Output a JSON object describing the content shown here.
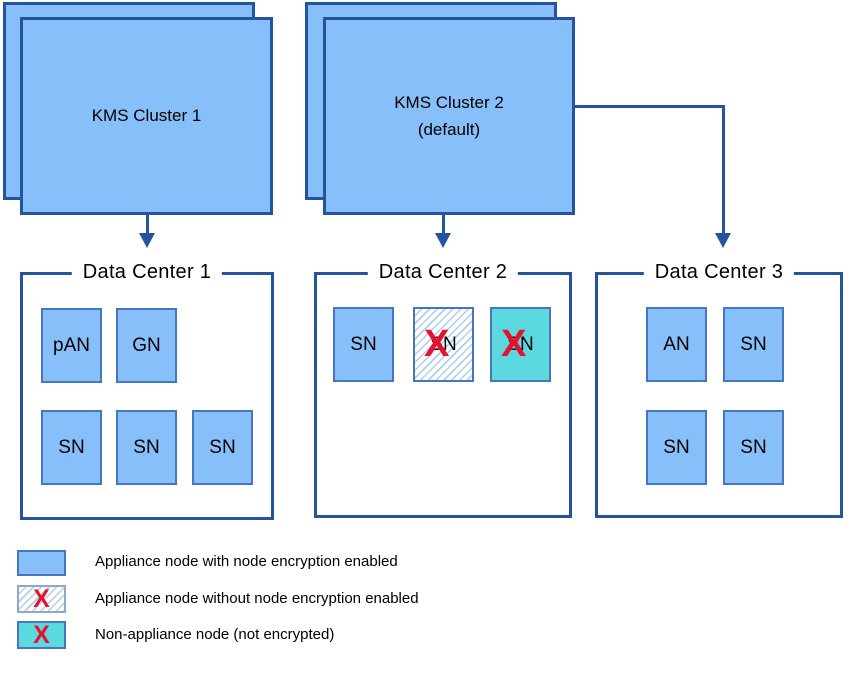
{
  "clusters": {
    "cluster1": {
      "title": "KMS Cluster 1"
    },
    "cluster2": {
      "title": "KMS Cluster 2",
      "subtitle": "(default)"
    }
  },
  "data_centers": {
    "dc1": {
      "title": "Data Center 1",
      "nodes": [
        {
          "label": "pAN",
          "type": "appliance-node-encryption-enabled"
        },
        {
          "label": "GN",
          "type": "appliance-node-encryption-enabled"
        },
        {
          "label": "SN",
          "type": "appliance-node-encryption-enabled"
        },
        {
          "label": "SN",
          "type": "appliance-node-encryption-enabled"
        },
        {
          "label": "SN",
          "type": "appliance-node-encryption-enabled"
        }
      ]
    },
    "dc2": {
      "title": "Data Center 2",
      "nodes": [
        {
          "label": "SN",
          "type": "appliance-node-encryption-enabled"
        },
        {
          "label": "SN",
          "type": "appliance-node-encryption-disabled"
        },
        {
          "label": "SN",
          "type": "non-appliance-node"
        }
      ]
    },
    "dc3": {
      "title": "Data Center 3",
      "nodes": [
        {
          "label": "AN",
          "type": "appliance-node-encryption-enabled"
        },
        {
          "label": "SN",
          "type": "appliance-node-encryption-enabled"
        },
        {
          "label": "SN",
          "type": "appliance-node-encryption-enabled"
        },
        {
          "label": "SN",
          "type": "appliance-node-encryption-enabled"
        }
      ]
    }
  },
  "legend": {
    "items": [
      {
        "label": "Appliance node with node encryption enabled"
      },
      {
        "label": "Appliance node without node encryption enabled"
      },
      {
        "label": "Non-appliance node (not encrypted)"
      }
    ]
  },
  "icons": {
    "cross_glyph": "X"
  },
  "colors": {
    "appliance_fill": "#86BFF9",
    "outline_dark": "#24549E",
    "node_border": "#4576BE",
    "non_appliance_fill": "#5CD9DF",
    "hatch_stripe": "#AECDEF",
    "cross_red": "#E8112D"
  }
}
